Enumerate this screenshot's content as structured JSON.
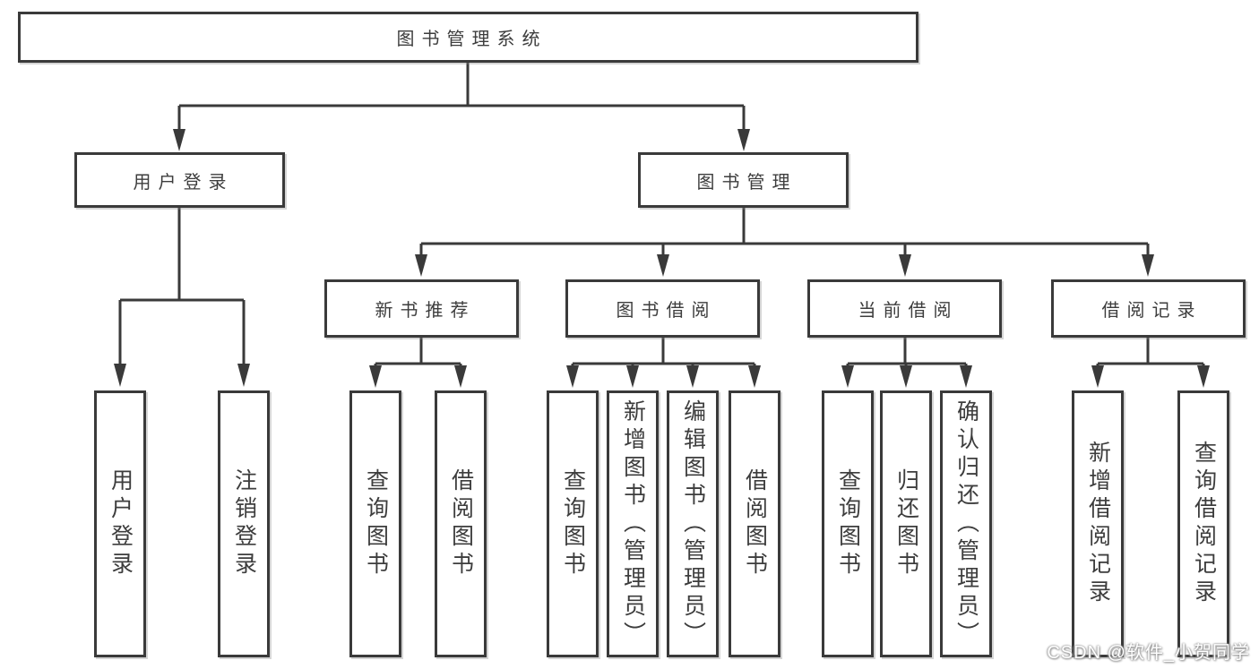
{
  "tree": {
    "root": {
      "label": "图书管理系统"
    },
    "branches": [
      {
        "label": "用户登录",
        "children": [
          {
            "label": "用户登录"
          },
          {
            "label": "注销登录"
          }
        ]
      },
      {
        "label": "图书管理",
        "children": [
          {
            "label": "新书推荐",
            "children": [
              {
                "label": "查询图书"
              },
              {
                "label": "借阅图书"
              }
            ]
          },
          {
            "label": "图书借阅",
            "children": [
              {
                "label": "查询图书"
              },
              {
                "label": "新增图书（管理员）"
              },
              {
                "label": "编辑图书（管理员）"
              },
              {
                "label": "借阅图书"
              }
            ]
          },
          {
            "label": "当前借阅",
            "children": [
              {
                "label": "查询图书"
              },
              {
                "label": "归还图书"
              },
              {
                "label": "确认归还（管理员）"
              }
            ]
          },
          {
            "label": "借阅记录",
            "children": [
              {
                "label": "新增借阅记录"
              },
              {
                "label": "查询借阅记录"
              }
            ]
          }
        ]
      }
    ]
  },
  "watermark": "CSDN @软件_小贺同学",
  "colors": {
    "line": "#3a3a3a",
    "text": "#3d3d3d",
    "background": "#ffffff",
    "watermark_fill": "#ffffff"
  }
}
